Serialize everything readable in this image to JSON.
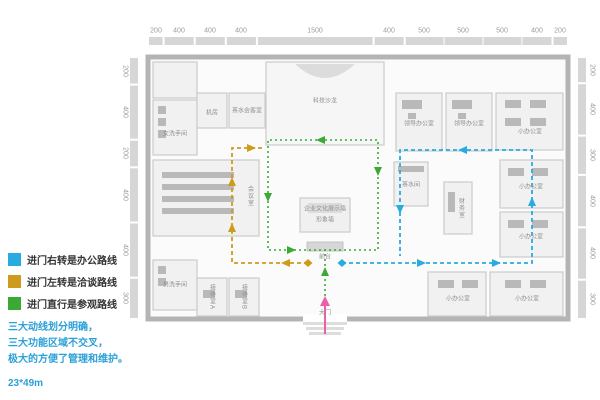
{
  "legend": {
    "items": [
      {
        "color": "#29abe2",
        "label": "进门右转是办公路线"
      },
      {
        "color": "#cf9b1c",
        "label": "进门左转是洽谈路线"
      },
      {
        "color": "#3aaa35",
        "label": "进门直行是参观路线"
      }
    ]
  },
  "notes": {
    "line1": "三大动线划分明确，",
    "line2": "三大功能区域不交叉，",
    "line3": "极大的方便了管理和维护。",
    "size": "23*49m"
  },
  "dims": {
    "top": [
      "200",
      "400",
      "400",
      "400",
      "1500",
      "400",
      "500",
      "500",
      "500",
      "400",
      "200"
    ],
    "left": [
      "200",
      "400",
      "200",
      "400",
      "400",
      "300"
    ],
    "right": [
      "200",
      "400",
      "300",
      "400",
      "400",
      "300"
    ]
  },
  "rooms": {
    "jifang": "机房",
    "chashui_huike": "茶水会客室",
    "nv_wc": "女洗手间",
    "huiyishi": "会议室",
    "keji_shalong": "科技沙龙",
    "lingdao_a": "领导办公室",
    "lingdao_b": "领导办公室",
    "xiaoban_tr": "小办公室",
    "chashuijian": "茶水间",
    "caiwushi": "财务室",
    "xiaoban_r1": "小办公室",
    "xiaoban_r2": "小办公室",
    "nan_wc": "男洗手间",
    "jiedai_a": "接待室A",
    "jiedai_b": "接待室B",
    "xiaoban_b1": "小办公室",
    "xiaoban_b2": "小办公室",
    "zhanshi": "企业文化展示墙",
    "xingxiang": "形象墙",
    "qiantai": "前台",
    "damen": "大门"
  },
  "colors": {
    "office_route": "#29abe2",
    "talk_route": "#cf9b1c",
    "visit_route": "#3aaa35",
    "entry_arrow": "#ee5fa7"
  }
}
